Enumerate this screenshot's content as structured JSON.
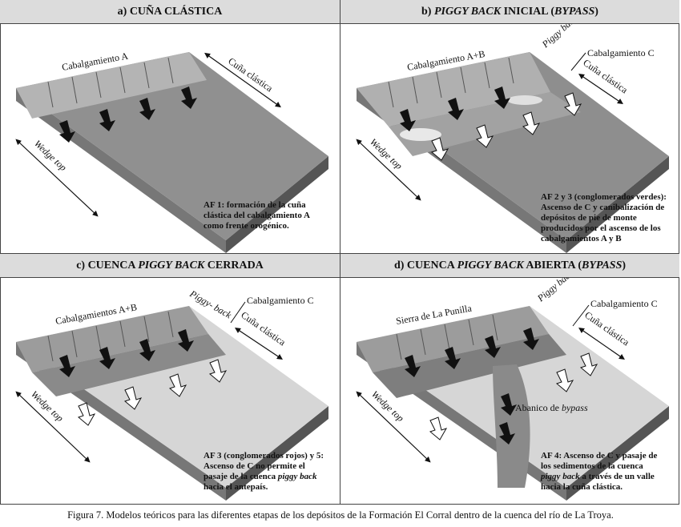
{
  "panels": {
    "a": {
      "title": "a) CUÑA CLÁSTICA",
      "labels": {
        "thrust": "Cabalgamiento A",
        "wedge": "Cuña clástica",
        "wedge_top": "Wedge top"
      },
      "note": [
        "AF 1: formación de la cuña",
        "clástica del cabalgamiento A",
        "como frente orogénico."
      ]
    },
    "b": {
      "title_pre": "b) ",
      "title_italic": "PIGGY BACK",
      "title_mid": " INICIAL (",
      "title_italic2": "BYPASS",
      "title_post": ")",
      "labels": {
        "thrust": "Cabalgamiento A+B",
        "piggy": "Piggy back",
        "thrust_c": "Cabalgamiento C",
        "wedge": "Cuña clástica",
        "wedge_top": "Wedge top"
      },
      "note": [
        "AF 2 y 3 (conglomerados verdes):",
        "Ascenso de C y canibalización de",
        "depósitos de pie de monte",
        "producidos por el ascenso de los",
        "cabalgamientos  A y B"
      ]
    },
    "c": {
      "title_pre": "c) CUENCA ",
      "title_italic": "PIGGY BACK",
      "title_post": " CERRADA",
      "labels": {
        "thrust": "Cabalgamientos A+B",
        "piggy": "Piggy- back",
        "thrust_c": "Cabalgamiento C",
        "wedge": "Cuña clástica",
        "wedge_top": "Wedge top"
      },
      "note": [
        "AF 3 (conglomerados rojos) y 5:",
        "Ascenso de C no permite el",
        "pasaje de la cuenca",
        "piggy back",
        "hacia el antepaís."
      ]
    },
    "d": {
      "title_pre": "d) CUENCA ",
      "title_italic": "PIGGY BACK",
      "title_mid": " ABIERTA (",
      "title_italic2": "BYPASS",
      "title_post": ")",
      "labels": {
        "sierra": "Sierra de La Punilla",
        "piggy": "Piggy back",
        "thrust_c": "Cabalgamiento C",
        "wedge": "Cuña clástica",
        "fan_pre": "Abanico de ",
        "fan_it": "bypass",
        "wedge_top": "Wedge top"
      },
      "note": [
        "AF 4:  Ascenso de C y pasaje de",
        "los sedimentos de la cuenca",
        "piggy back",
        "a través de un valle",
        "hacia la cuña clástica."
      ]
    }
  },
  "caption": "Figura 7. Modelos teóricos para las diferentes etapas de los depósitos de la Formación El Corral dentro de la cuenca del río de La Troya."
}
